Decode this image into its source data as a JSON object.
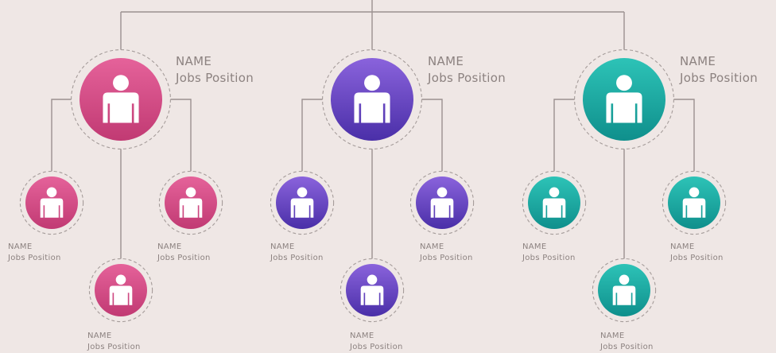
{
  "colors": {
    "background": "#efe7e5",
    "connector": "#9b9190",
    "pink": [
      "#e5629a",
      "#c13a73"
    ],
    "purple": [
      "#8a63dc",
      "#4a2fa8"
    ],
    "teal": [
      "#2dc3b7",
      "#0f8f8c"
    ]
  },
  "icon": "person-icon",
  "groups": [
    {
      "color": "pink",
      "head": {
        "name": "NAME",
        "position": "Jobs Position"
      },
      "members": [
        {
          "name": "NAME",
          "position": "Jobs Position"
        },
        {
          "name": "NAME",
          "position": "Jobs Position"
        },
        {
          "name": "NAME",
          "position": "Jobs Position"
        }
      ]
    },
    {
      "color": "purple",
      "head": {
        "name": "NAME",
        "position": "Jobs Position"
      },
      "members": [
        {
          "name": "NAME",
          "position": "Jobs Position"
        },
        {
          "name": "NAME",
          "position": "Jobs Position"
        },
        {
          "name": "NAME",
          "position": "Jobs Position"
        }
      ]
    },
    {
      "color": "teal",
      "head": {
        "name": "NAME",
        "position": "Jobs Position"
      },
      "members": [
        {
          "name": "NAME",
          "position": "Jobs Position"
        },
        {
          "name": "NAME",
          "position": "Jobs Position"
        },
        {
          "name": "NAME",
          "position": "Jobs Position"
        }
      ]
    }
  ]
}
